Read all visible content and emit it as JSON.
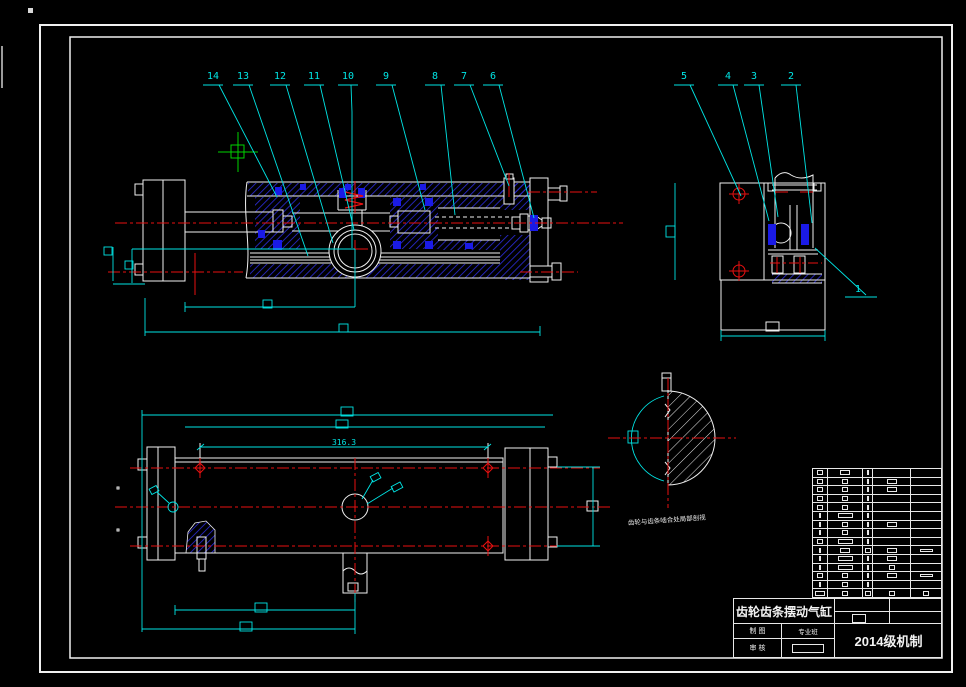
{
  "drawing": {
    "title_block": {
      "product_name": "齿轮齿条摆动气缸",
      "org_label": "2014级机制",
      "draw_label": "制 图",
      "check_label": "审 核",
      "class_label": "专业班"
    },
    "callouts": {
      "main": [
        "14",
        "13",
        "12",
        "11",
        "10",
        "9",
        "8",
        "7",
        "6"
      ],
      "side": [
        "5",
        "4",
        "3",
        "2"
      ],
      "extra": "1"
    },
    "annotations": {
      "dim_main": "316.3",
      "detail_note": "齿轮与齿条啮合处局部剖视"
    },
    "colors": {
      "background": "#000000",
      "outline_white": "#f0f0f0",
      "dimension_cyan": "#00e5e5",
      "centerline_red": "#e81010",
      "hatch_blue": "#2a2ad0",
      "seal_blue": "#1a1ae6",
      "crosshair_green": "#00d400"
    }
  },
  "parts_table": {
    "columns": 5,
    "rows": [
      [
        "sq",
        "rect",
        "tick",
        "",
        ""
      ],
      [
        "sq",
        "sq",
        "tick",
        "rect",
        ""
      ],
      [
        "sq",
        "sq",
        "tick",
        "rect",
        ""
      ],
      [
        "sq",
        "sq",
        "tick",
        "",
        ""
      ],
      [
        "sq",
        "sq",
        "tick",
        "",
        ""
      ],
      [
        "tick",
        "wide",
        "tick",
        "",
        ""
      ],
      [
        "tick",
        "sq",
        "tick",
        "rect",
        ""
      ],
      [
        "tick",
        "sq",
        "tick",
        "",
        ""
      ],
      [
        "sq",
        "wide",
        "tick",
        "",
        ""
      ],
      [
        "tick",
        "rect",
        "sq",
        "rect",
        "flat"
      ],
      [
        "tick",
        "wide",
        "tick",
        "rect",
        ""
      ],
      [
        "tick",
        "wide",
        "tick",
        "sq",
        ""
      ],
      [
        "sq",
        "sq",
        "tick",
        "rect",
        "flat"
      ],
      [
        "tick",
        "sq",
        "tick",
        "",
        ""
      ],
      [
        "rect",
        "sq",
        "sq",
        "sq",
        "sq"
      ]
    ]
  }
}
